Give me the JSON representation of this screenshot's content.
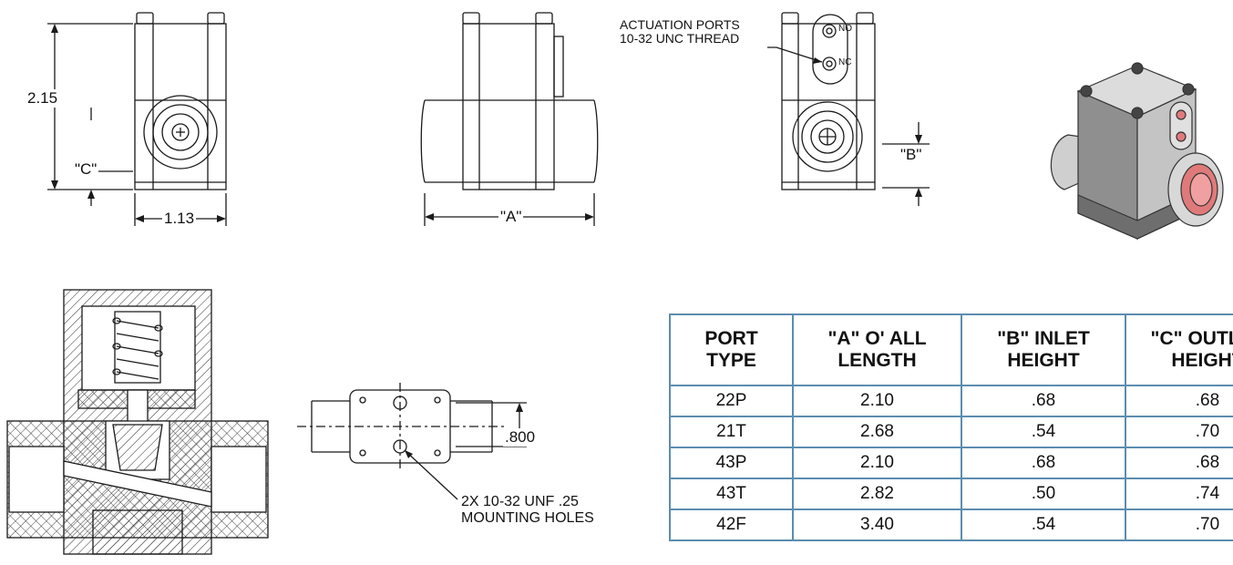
{
  "drawing": {
    "front_view": {
      "height_dim": "2.15",
      "outlet_height_label": "\"C\"",
      "width_dim": "1.13"
    },
    "side_view": {
      "length_label": "\"A\""
    },
    "port_view": {
      "note_line1": "ACTUATION PORTS",
      "note_line2": "10-32 UNC THREAD",
      "port_no": "NO",
      "port_nc": "NC",
      "inlet_height_label": "\"B\""
    },
    "mount_view": {
      "spacing_dim": ".800",
      "note_line1": "2X 10-32 UNF  .25",
      "note_line2": "MOUNTING HOLES"
    }
  },
  "colors": {
    "table_border": "#5b8db0",
    "line": "#1a1a1a",
    "body_fill": "#8f8f8f",
    "port_fill": "#e07a7a"
  },
  "spec_table": {
    "headers": [
      {
        "line1": "PORT",
        "line2": "TYPE"
      },
      {
        "line1": "\"A\" O' ALL",
        "line2": "LENGTH"
      },
      {
        "line1": "\"B\" INLET",
        "line2": "HEIGHT"
      },
      {
        "line1": "\"C\" OUTLET",
        "line2": "HEIGHT"
      }
    ],
    "rows": [
      [
        "22P",
        "2.10",
        ".68",
        ".68"
      ],
      [
        "21T",
        "2.68",
        ".54",
        ".70"
      ],
      [
        "43P",
        "2.10",
        ".68",
        ".68"
      ],
      [
        "43T",
        "2.82",
        ".50",
        ".74"
      ],
      [
        "42F",
        "3.40",
        ".54",
        ".70"
      ]
    ]
  }
}
